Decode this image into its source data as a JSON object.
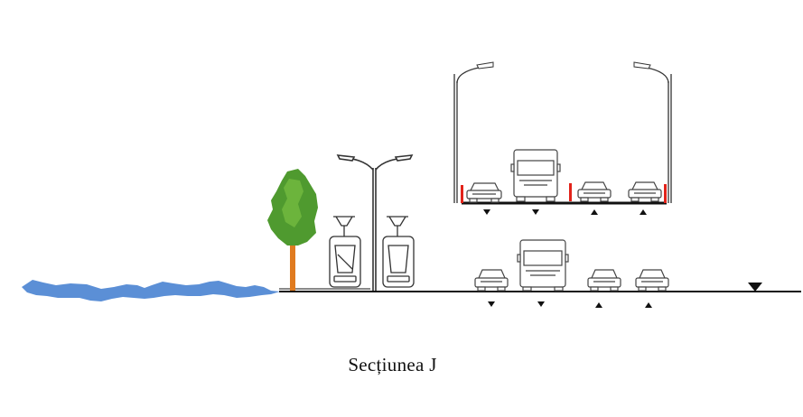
{
  "caption": "Secțiunea  J",
  "colors": {
    "water": "#5b8fd6",
    "tree_foliage": "#4f9a2f",
    "tree_trunk": "#e07b1f",
    "barrier": "#e2231a",
    "line": "#111111",
    "vehicle_fill": "#ffffff",
    "vehicle_stroke": "#444444"
  },
  "elements": {
    "water": "river",
    "tree": "tree",
    "trams": [
      "tram",
      "tram"
    ],
    "lamps": [
      "double-street-lamp",
      "street-lamp-left",
      "street-lamp-right"
    ],
    "upper_deck": [
      "car",
      "bus",
      "car",
      "car"
    ],
    "lower_road": [
      "car",
      "bus",
      "car",
      "car"
    ],
    "direction_markers": [
      "down-arrow-icon",
      "up-arrow-icon"
    ],
    "level_marker": "level-marker-icon"
  }
}
